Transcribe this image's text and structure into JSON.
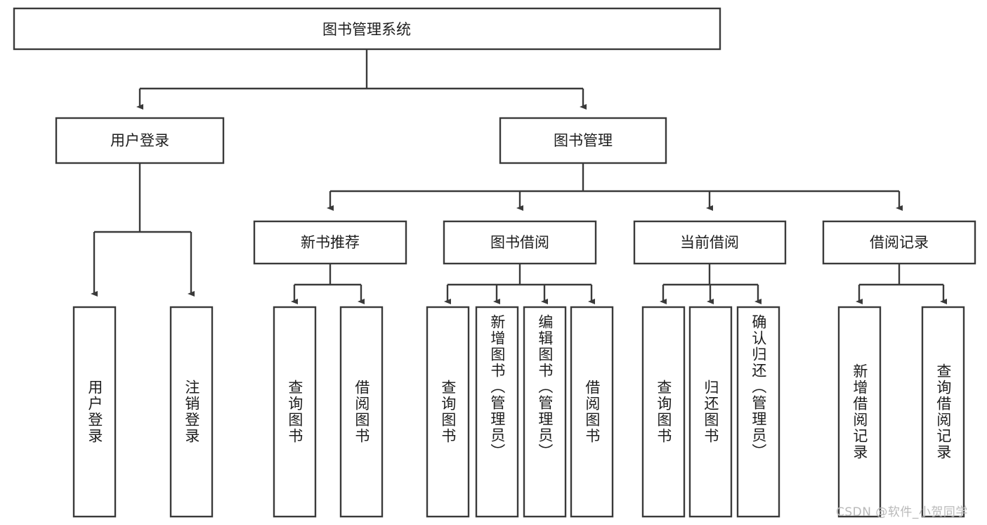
{
  "diagram": {
    "title": "图书管理系统",
    "type": "hierarchy-tree",
    "watermark": "CSDN @软件_小贺同学",
    "colors": {
      "stroke": "#3a3a3a",
      "fill": "#ffffff",
      "text": "#1d1d1d",
      "watermark": "#b9b9b9"
    },
    "root": {
      "label": "图书管理系统"
    },
    "level2": [
      {
        "label": "用户登录"
      },
      {
        "label": "图书管理"
      }
    ],
    "level3": [
      {
        "label": "新书推荐"
      },
      {
        "label": "图书借阅"
      },
      {
        "label": "当前借阅"
      },
      {
        "label": "借阅记录"
      }
    ],
    "leaves": {
      "user_login": [
        {
          "label": "用户登录"
        },
        {
          "label": "注销登录"
        }
      ],
      "new_book_recommend": [
        {
          "label": "查询图书"
        },
        {
          "label": "借阅图书"
        }
      ],
      "book_borrow": [
        {
          "label": "查询图书"
        },
        {
          "label": "新增图书（管理员）"
        },
        {
          "label": "编辑图书（管理员）"
        },
        {
          "label": "借阅图书"
        }
      ],
      "current_borrow": [
        {
          "label": "查询图书"
        },
        {
          "label": "归还图书"
        },
        {
          "label": "确认归还（管理员）"
        }
      ],
      "borrow_record": [
        {
          "label": "新增借阅记录"
        },
        {
          "label": "查询借阅记录"
        }
      ]
    }
  }
}
